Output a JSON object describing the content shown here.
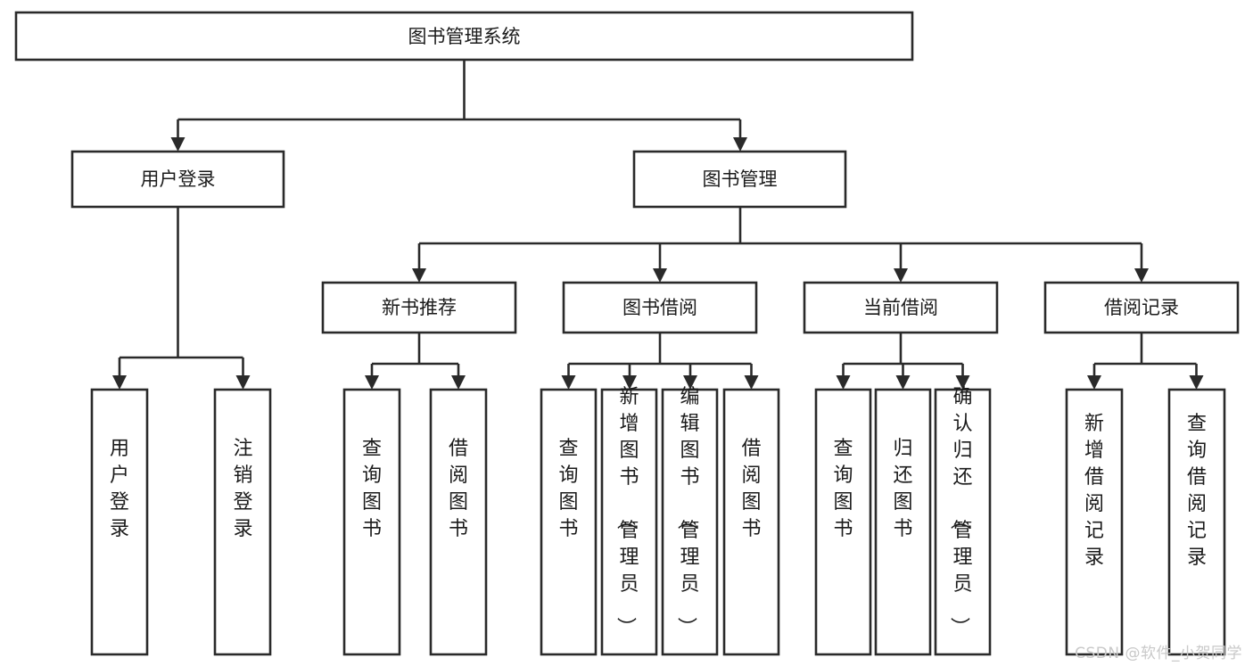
{
  "diagram": {
    "title": "图书管理系统",
    "type": "tree-hierarchy-diagram",
    "colors": {
      "box_stroke": "#2a2a2a",
      "box_fill": "#ffffff",
      "text": "#1b1b1b",
      "background": "#ffffff",
      "watermark": "#c9c9c9"
    },
    "root": {
      "label": "图书管理系统"
    },
    "level2": [
      {
        "id": "user-login",
        "label": "用户登录"
      },
      {
        "id": "book-management",
        "label": "图书管理"
      }
    ],
    "level3": [
      {
        "id": "new-book-recommend",
        "label": "新书推荐"
      },
      {
        "id": "book-borrow",
        "label": "图书借阅"
      },
      {
        "id": "current-borrow",
        "label": "当前借阅"
      },
      {
        "id": "borrow-record",
        "label": "借阅记录"
      }
    ],
    "leaves": {
      "user-login": [
        {
          "id": "leaf-user-login",
          "label": "用户登录"
        },
        {
          "id": "leaf-logout-login",
          "label": "注销登录"
        }
      ],
      "new-book-recommend": [
        {
          "id": "leaf-query-book-1",
          "label": "查询图书"
        },
        {
          "id": "leaf-borrow-book-1",
          "label": "借阅图书"
        }
      ],
      "book-borrow": [
        {
          "id": "leaf-query-book-2",
          "label": "查询图书"
        },
        {
          "id": "leaf-add-book-admin",
          "label": "新增图书（管理员）"
        },
        {
          "id": "leaf-edit-book-admin",
          "label": "编辑图书（管理员）"
        },
        {
          "id": "leaf-borrow-book-2",
          "label": "借阅图书"
        }
      ],
      "current-borrow": [
        {
          "id": "leaf-query-book-3",
          "label": "查询图书"
        },
        {
          "id": "leaf-return-book",
          "label": "归还图书"
        },
        {
          "id": "leaf-confirm-return-admin",
          "label": "确认归还（管理员）"
        }
      ],
      "borrow-record": [
        {
          "id": "leaf-add-borrow-record",
          "label": "新增借阅记录"
        },
        {
          "id": "leaf-query-borrow-record",
          "label": "查询借阅记录"
        }
      ]
    }
  },
  "watermark": {
    "text": "CSDN @软件_小贺同学"
  }
}
